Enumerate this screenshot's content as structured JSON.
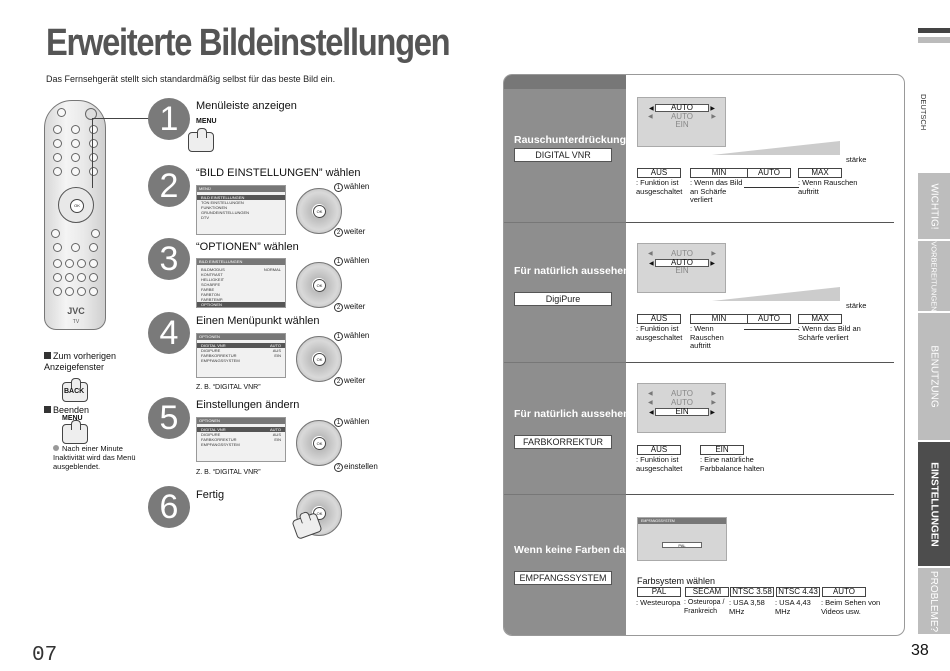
{
  "header": {
    "title": "Erweiterte Bildeinstellungen",
    "intro": "Das Fernsehgerät stellt sich standardmäßig selbst für das beste Bild ein."
  },
  "remote": {
    "logo": "JVC",
    "model": "TV",
    "ok": "OK"
  },
  "sidebar_notes": {
    "back_heading": "Zum vorherigen Anzeigefenster",
    "back_key": "BACK",
    "exit_heading": "Beenden",
    "exit_key": "MENU",
    "exit_note": "Nach einer Minute Inaktivität wird das Menü ausgeblendet."
  },
  "steps": [
    {
      "num": "1",
      "title": "Menüleiste anzeigen",
      "key": "MENU"
    },
    {
      "num": "2",
      "title": "“BILD EINSTELLUNGEN” wählen",
      "cap1": "wählen",
      "cap2": "weiter",
      "shot_bar": "MENÜ",
      "shot_lines": [
        "BILD EINSTELLUNGEN",
        "TON EINSTELLUNGEN",
        "FUNKTIONEN",
        "GRUNDEINSTELLUNGEN",
        "DTV"
      ]
    },
    {
      "num": "3",
      "title": "“OPTIONEN” wählen",
      "cap1": "wählen",
      "cap2": "weiter",
      "shot_bar": "BILD EINSTELLUNGEN",
      "shot_lines": [
        "BILDMODUS",
        "KONTRAST",
        "HELLIGKEIT",
        "SCHÄRFE",
        "FARBE",
        "FARBTON",
        "FARBTEMP.",
        "OPTIONEN"
      ],
      "shot_value": "NORMAL"
    },
    {
      "num": "4",
      "title": "Einen Menüpunkt wählen",
      "cap1": "wählen",
      "cap2": "weiter",
      "example": "Z. B. “DIGITAL VNR”",
      "shot_bar": "OPTIONEN",
      "shot_lines": [
        "DIGITAL VNR",
        "DIGIPURE",
        "FARBKORREKTUR",
        "EMPFANGSSYSTEM"
      ],
      "shot_values": [
        "AUTO",
        "AUS",
        "EIN"
      ]
    },
    {
      "num": "5",
      "title": "Einstellungen ändern",
      "cap1": "wählen",
      "cap2": "einstellen",
      "example": "Z. B. “DIGITAL VNR”",
      "shot_bar": "OPTIONEN",
      "shot_lines": [
        "DIGITAL VNR",
        "DIGIPURE",
        "FARBKORREKTUR",
        "EMPFANGSSYSTEM"
      ],
      "shot_values": [
        "AUTO",
        "AUS",
        "EIN"
      ]
    },
    {
      "num": "6",
      "title": "Fertig"
    }
  ],
  "circled": {
    "one": "1",
    "two": "2"
  },
  "page_counter": "07",
  "sections": [
    {
      "label": "Rauschunterdrückung",
      "box": "DIGITAL VNR",
      "osd": [
        "AUTO",
        "AUTO",
        "EIN"
      ],
      "strong": "stärke",
      "opts": [
        "AUS",
        "MIN",
        "AUTO",
        "MAX"
      ],
      "descs": [
        ": Funktion ist ausgeschaltet",
        ": Wenn das Bild an Schärfe verliert",
        ": Wenn Rauschen auftritt"
      ]
    },
    {
      "label": "Für natürlich aussehende Umrisse",
      "box": "DigiPure",
      "osd": [
        "AUTO",
        "AUTO",
        "EIN"
      ],
      "strong": "stärke",
      "opts": [
        "AUS",
        "MIN",
        "AUTO",
        "MAX"
      ],
      "descs": [
        ": Funktion ist ausgeschaltet",
        ": Wenn Rauschen auftritt",
        ": Wenn das Bild an Schärfe verliert"
      ]
    },
    {
      "label": "Für natürlich aussehende Bilder",
      "box": "FARBKORREKTUR",
      "osd": [
        "AUTO",
        "AUTO",
        "EIN"
      ],
      "opts": [
        "AUS",
        "EIN"
      ],
      "descs": [
        ": Funktion ist ausgeschaltet",
        ": Eine natürliche Farbbalance halten"
      ]
    },
    {
      "label": "Wenn keine Farben dargestellt werden",
      "box": "EMPFANGSSYSTEM",
      "osd_bar": "EMPFANGSSYSTEM",
      "osd_val": "PAL",
      "farb_title": "Farbsystem wählen",
      "opts": [
        "PAL",
        "SECAM",
        "NTSC 3.58",
        "NTSC 4.43",
        "AUTO"
      ],
      "descs": [
        ": Westeuropa",
        ": Osteuropa / Frankreich",
        ": USA 3,58 MHz",
        ": USA 4,43 MHz",
        ": Beim Sehen von Videos usw."
      ]
    }
  ],
  "tabs": {
    "language": "DEUTSCH",
    "items": [
      "WICHTIG!",
      "VORBEREITUNGEN",
      "BENUTZUNG",
      "EINSTELLUNGEN",
      "PROBLEME?"
    ]
  },
  "page_number": "38"
}
